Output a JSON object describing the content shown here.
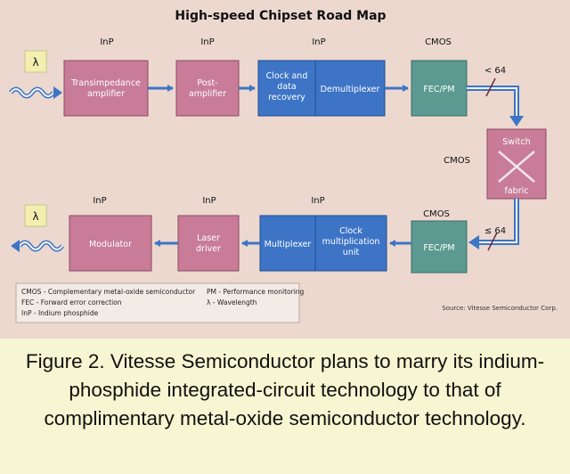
{
  "title": "High-speed Chipset Road Map",
  "lambda": "λ",
  "top_row": {
    "labels": [
      "InP",
      "InP",
      "InP",
      "CMOS"
    ],
    "blocks": [
      {
        "lines": [
          "Transimpedance",
          "amplifier"
        ],
        "color": "#c87c97"
      },
      {
        "lines": [
          "Post-",
          "amplifier"
        ],
        "color": "#c87c97"
      },
      {
        "lines": [
          "Clock and",
          "data",
          "recovery"
        ],
        "color": "#3d74c6"
      },
      {
        "lines": [
          "Demultiplexer"
        ],
        "color": "#3d74c6"
      },
      {
        "lines": [
          "FEC/PM"
        ],
        "color": "#5c9a91"
      }
    ],
    "bus_label": "< 64"
  },
  "switch": {
    "label": "CMOS",
    "top": "Switch",
    "bottom": "fabric",
    "color": "#c87c97"
  },
  "bottom_row": {
    "labels": [
      "InP",
      "InP",
      "InP",
      "CMOS"
    ],
    "blocks": [
      {
        "lines": [
          "Modulator"
        ],
        "color": "#c87c97"
      },
      {
        "lines": [
          "Laser",
          "driver"
        ],
        "color": "#c87c97"
      },
      {
        "lines": [
          "Multiplexer"
        ],
        "color": "#3d74c6"
      },
      {
        "lines": [
          "Clock",
          "multiplication",
          "unit"
        ],
        "color": "#3d74c6"
      },
      {
        "lines": [
          "FEC/PM"
        ],
        "color": "#5c9a91"
      }
    ],
    "bus_label": "≤ 64"
  },
  "legend": {
    "left": [
      "CMOS - Complementary metal-oxide semiconductor",
      "FEC - Forward error correction",
      "InP - Indium phosphide"
    ],
    "right": [
      "PM - Performance monitoring",
      "λ - Wavelength"
    ]
  },
  "source": "Source: Vitesse Semiconductor Corp.",
  "caption": "Figure 2. Vitesse Semiconductor plans to marry its indium-phosphide integrated-circuit technology to that of complimentary metal-oxide semiconductor technology.",
  "colors": {
    "background": "#ecd8cf",
    "arrow": "#3d74c6",
    "input_box": "#f2efb0"
  }
}
